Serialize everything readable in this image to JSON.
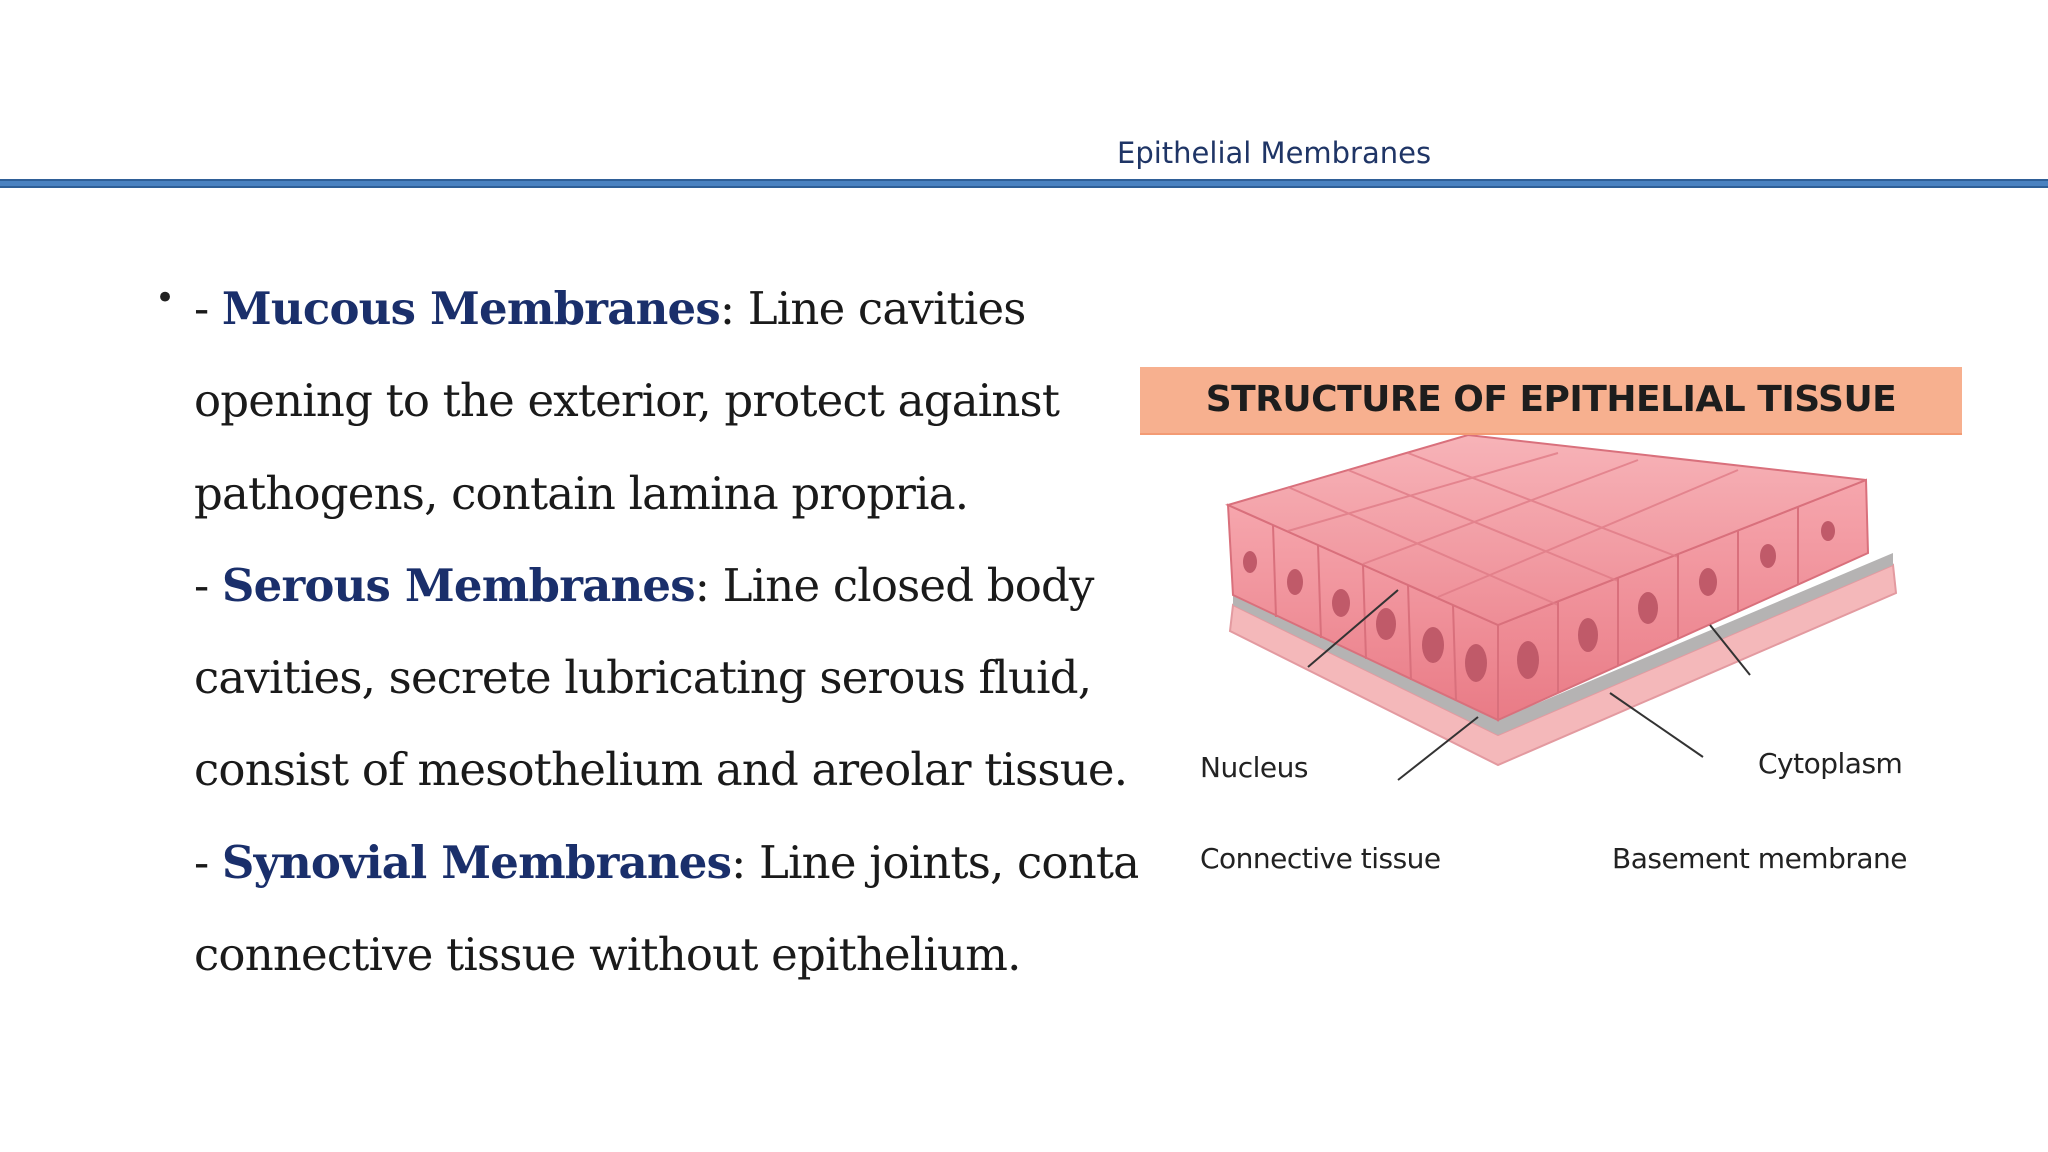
{
  "header": {
    "title": "Epithelial Membranes"
  },
  "content": {
    "lines": [
      {
        "prefix": "- ",
        "term": "Mucous Membranes",
        "rest": ": Line cavities"
      },
      {
        "prefix": "",
        "term": "",
        "rest": "opening to the exterior, protect against"
      },
      {
        "prefix": "",
        "term": "",
        "rest": "pathogens, contain lamina propria."
      },
      {
        "prefix": "- ",
        "term": "Serous Membranes",
        "rest": ": Line closed body"
      },
      {
        "prefix": "",
        "term": "",
        "rest": "cavities, secrete lubricating serous fluid,"
      },
      {
        "prefix": "",
        "term": "",
        "rest": "consist of mesothelium and areolar tissue."
      },
      {
        "prefix": "- ",
        "term": "Synovial Membranes",
        "rest": ": Line joints, contain"
      },
      {
        "prefix": "",
        "term": "",
        "rest": "connective tissue without epithelium."
      }
    ]
  },
  "figure": {
    "title": "STRUCTURE OF EPITHELIAL TISSUE",
    "labels": {
      "nucleus": "Nucleus",
      "cytoplasm": "Cytoplasm",
      "connective_tissue": "Connective tissue",
      "basement_membrane": "Basement membrane"
    }
  },
  "colors": {
    "accent": "#1a2f6b",
    "rule": "#4a82c1",
    "figure_header": "#f7b08f",
    "cell": "#f08a94"
  }
}
